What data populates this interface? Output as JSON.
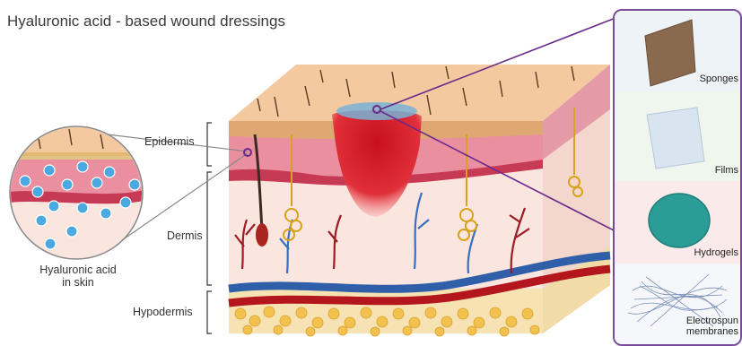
{
  "title": "Hyaluronic acid - based wound dressings",
  "layers": {
    "epidermis": "Epidermis",
    "dermis": "Dermis",
    "hypodermis": "Hypodermis"
  },
  "inset_caption": {
    "line1": "Hyaluronic acid",
    "line2": "in skin"
  },
  "dressings": [
    "Sponges",
    "Films",
    "Hydrogels",
    "Electrospun",
    "membranes"
  ],
  "colors": {
    "panel_border": "#7a4a9a",
    "skin_top": "#f4c9a0",
    "epidermis": "#e88a9a",
    "dermis": "#fbe6df",
    "wound": "#d8232a",
    "vein": "#2e5fa8",
    "artery": "#b3171d",
    "fat": "#f2c14e",
    "hyaluronic_acid": "#4aa9e0",
    "hydrogel": "#2a9d96"
  }
}
